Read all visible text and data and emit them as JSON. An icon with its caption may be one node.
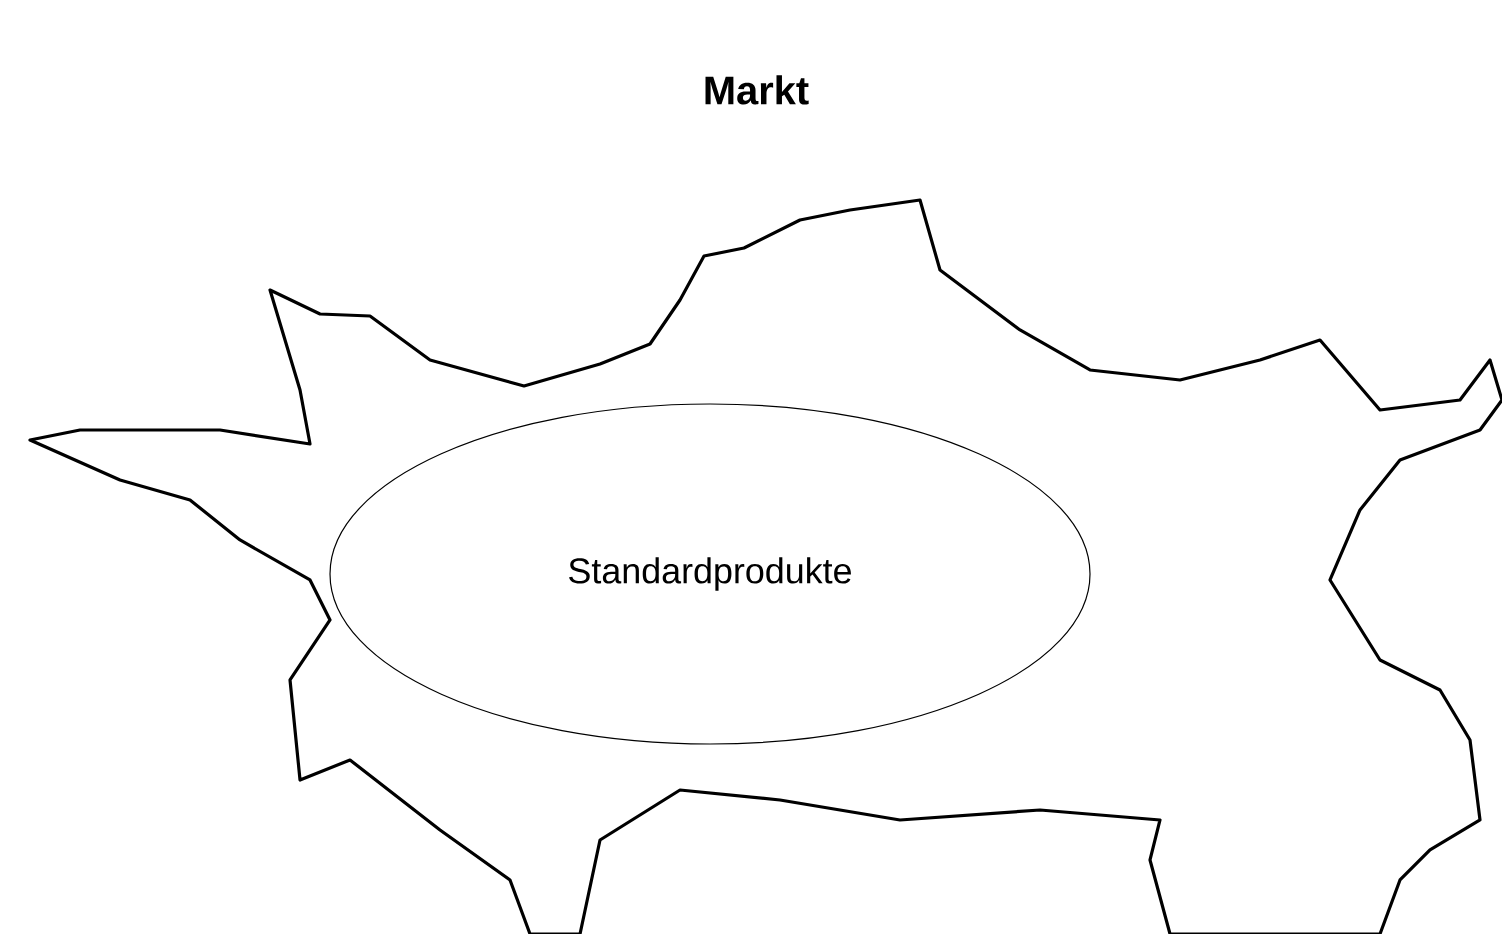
{
  "diagram": {
    "nodes": [
      {
        "text": [
          "Markt"
        ]
      },
      {
        "text": [
          "Standardprodukte"
        ],
        "in": 0
      }
    ]
  }
}
